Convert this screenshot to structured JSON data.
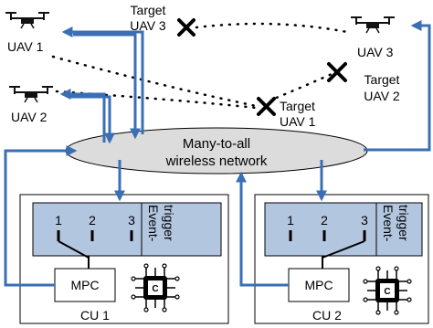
{
  "uavs": [
    {
      "label": "UAV 1"
    },
    {
      "label": "UAV 2"
    },
    {
      "label": "UAV 3"
    }
  ],
  "targets": [
    {
      "line1": "Target",
      "line2": "UAV 3"
    },
    {
      "line1": "Target",
      "line2": "UAV 2"
    },
    {
      "line1": "Target",
      "line2": "UAV 1"
    }
  ],
  "network": {
    "line1": "Many-to-all",
    "line2": "wireless network"
  },
  "control_units": [
    {
      "label": "CU 1",
      "mpc": "MPC",
      "ports": [
        "1",
        "2",
        "3"
      ],
      "trigger_line1": "Event-",
      "trigger_line2": "trigger",
      "chip": "C"
    },
    {
      "label": "CU 2",
      "mpc": "MPC",
      "ports": [
        "1",
        "2",
        "3"
      ],
      "trigger_line1": "Event-",
      "trigger_line2": "trigger",
      "chip": "C"
    }
  ],
  "colors": {
    "arrow": "#3a6fb5",
    "network_fill": "#dcdcdc",
    "trigger_fill": "#b3c6e0",
    "stroke": "#000000"
  }
}
